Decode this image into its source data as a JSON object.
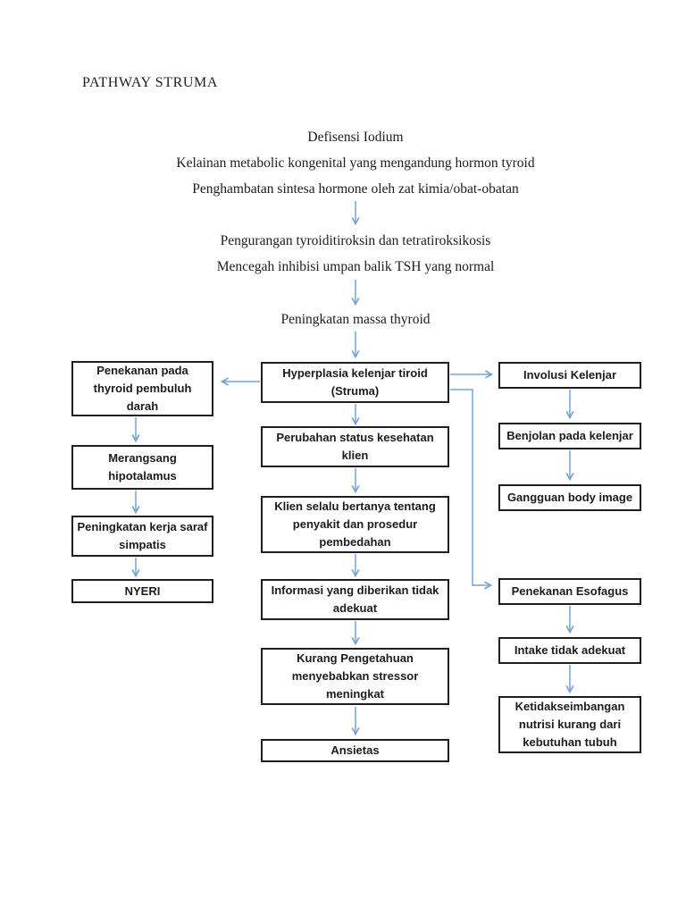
{
  "title": "PATHWAY STRUMA",
  "colors": {
    "arrow": "#74a3d6",
    "box_border": "#1f1f1f",
    "text": "#1c1c1c",
    "background": "#ffffff"
  },
  "etiology_lines": [
    "Defisensi Iodium",
    "Kelainan metabolic kongenital yang mengandung hormon tyroid",
    "Penghambatan sintesa hormone oleh zat kimia/obat-obatan"
  ],
  "process_lines": [
    "Pengurangan tyroiditiroksin dan tetratiroksikosis",
    "Mencegah inhibisi umpan balik TSH yang normal"
  ],
  "mass_line": "Peningkatan massa thyroid",
  "center_boxes": [
    {
      "id": "hyperplasia-struma",
      "label": [
        "Hyperplasia kelenjar tiroid",
        "(Struma)"
      ]
    },
    {
      "id": "perubahan-status",
      "label": [
        "Perubahan status kesehatan",
        "klien"
      ]
    },
    {
      "id": "klien-bertanya",
      "label": [
        "Klien selalu bertanya tentang",
        "penyakit dan prosedur",
        "pembedahan"
      ]
    },
    {
      "id": "informasi-tidak-adekuat",
      "label": [
        "Informasi yang diberikan tidak",
        "adekuat"
      ]
    },
    {
      "id": "kurang-pengetahuan",
      "label": [
        "Kurang Pengetahuan",
        "menyebabkan stressor",
        "meningkat"
      ]
    },
    {
      "id": "ansietas",
      "label": [
        "Ansietas"
      ]
    }
  ],
  "left_boxes": [
    {
      "id": "penekanan-thyroid",
      "label": [
        "Penekanan pada",
        "thyroid pembuluh",
        "darah"
      ]
    },
    {
      "id": "merangsang-hipotalamus",
      "label": [
        "Merangsang",
        "hipotalamus"
      ]
    },
    {
      "id": "peningkatan-kerja-saraf",
      "label": [
        "Peningkatan kerja saraf",
        "simpatis"
      ]
    },
    {
      "id": "nyeri",
      "label": [
        "NYERI"
      ]
    }
  ],
  "right_boxes": [
    {
      "id": "involusi-kelenjar",
      "label": [
        "Involusi Kelenjar"
      ]
    },
    {
      "id": "benjolan-kelenjar",
      "label": [
        "Benjolan pada kelenjar"
      ]
    },
    {
      "id": "gangguan-body-image",
      "label": [
        "Gangguan body image"
      ]
    },
    {
      "id": "penekanan-esofagus",
      "label": [
        "Penekanan Esofagus"
      ]
    },
    {
      "id": "intake-tidak-adekuat",
      "label": [
        "Intake tidak adekuat"
      ]
    },
    {
      "id": "ketidakseimbangan-nutrisi",
      "label": [
        "Ketidakseimbangan",
        "nutrisi kurang dari",
        "kebutuhan tubuh"
      ]
    }
  ]
}
